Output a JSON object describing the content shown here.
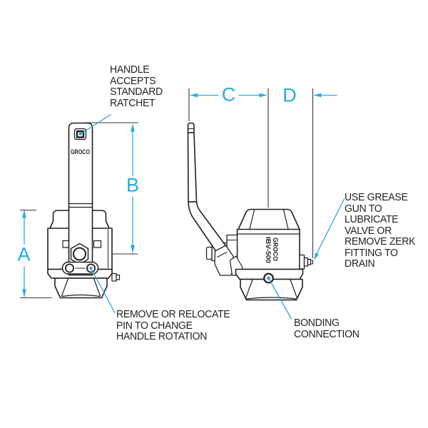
{
  "drawing": {
    "subject": "ball valve two-view technical drawing",
    "handle_brand": "GROCO",
    "body_brand": "GROCO",
    "body_model": "IBV-500"
  },
  "dimensions": {
    "a": "A",
    "b": "B",
    "c": "C",
    "d": "D"
  },
  "notes": {
    "handle": {
      "lines": [
        "HANDLE",
        "ACCEPTS",
        "STANDARD",
        "RATCHET"
      ]
    },
    "grease": {
      "lines": [
        "USE GREASE",
        "GUN TO",
        "LUBRICATE",
        "VALVE OR",
        "REMOVE ZERK",
        "FITTING TO",
        "DRAIN"
      ]
    },
    "pin": {
      "lines": [
        "REMOVE OR RELOCATE",
        "PIN TO CHANGE",
        "HANDLE ROTATION"
      ]
    },
    "bonding": {
      "lines": [
        "BONDING",
        "CONNECTION"
      ]
    }
  },
  "colors": {
    "dimension_blue": "#29A9E1",
    "line_dark": "#231F20",
    "background": "#FFFFFF"
  }
}
